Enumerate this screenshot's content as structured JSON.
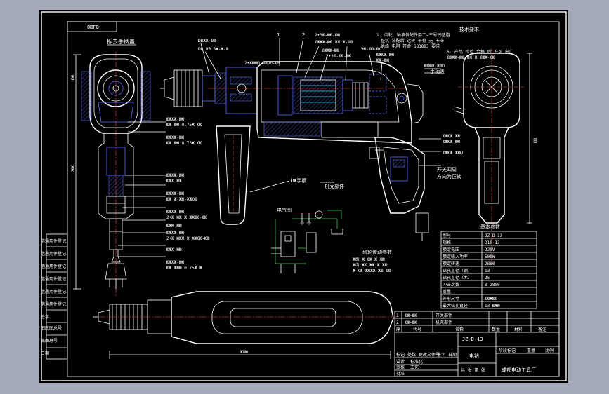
{
  "drawing": {
    "corner_code": "ОЮГВ",
    "view_titles": {
      "left_view": "拆去手柄盖",
      "right_view": "手柄盖"
    },
    "leaders_top": [
      "ЮВЖЖ-ЮЮ",
      "ЮВ Ж6 ВЖ-Ж-Ш",
      "1",
      "2",
      "2•ЭЮ-ЮЮ-ЮЮ",
      "ЮЖЖЖ-ЮЮ ЖЖ Ж-ШЮ",
      "ЮЖЖЖ-ЮЮ",
      "2•ЭЮ-ЮЮ-ЮЮ",
      "ЭЮ-ЮЮ-ЮЮ",
      "ЮЖЮЖ-ЮЮ",
      "ЮЖ-ЮЮ",
      "2•ЖЮЮЮ ШЖЮЮ-ЮВ"
    ],
    "leaders_left": [
      "ЮЖЖЖ-ЮЮ",
      "ЮЖ ЮЮ 0.75Ж ЮЮ",
      "ЮЖЖЖ-ЮЮ",
      "ЮЖ ЮЮ 0.75Ж ЮЮ",
      "ЮЖЖЖ-ЮЮ",
      "ЮЖЖ ЮЖ",
      "ЮЖЖЖ-ЮЮ",
      "ЮЖ Ж-ЖЮ-ЖЖЮЮ",
      "ЮЖЖЖ-ЮЮ",
      "2•Ж ЮЖ Ж ЖЖЮЮ-ЮЮ",
      "ЮЖЮ ЮЮ",
      "ЮЖЖЖ-ЮЮ",
      "2•Ж ЮЖЖ Ж ЖЖЮЮ-ЮЮ",
      "ЮЖЖ-ЮЮ",
      "ЮЖЖЖ-ЮЮ",
      "ЮЖ ЖЮЮ 0.75Ж Ж"
    ],
    "leaders_right": [
      "ЮЖЮЖ ЖЮЮ",
      "ЮЖЮЖ ЖЮ",
      "ЮЖЮЖ-ЮЮ",
      "ЮЖЮЖ ЖЮЮ",
      "开关四周",
      "方向为正转"
    ],
    "part_labels": {
      "handle": "ЮЖ手柄",
      "housing": "机壳部件",
      "electric": "电气图",
      "gear": "齿轮传动参数"
    },
    "gear_params": [
      "Ж齿 Ж ЮЖ Ж ЖЮ",
      "Ж齿 ЖЮ ЖЖ Ж ЖЮ",
      "Ж ЮЖ-ЖЮЖЖ-ЖЮ ЮЮ"
    ],
    "tech_req_title": "技术要求",
    "tech_req": [
      "1. 齿轮、轴承各配件用二—三号钙基脂",
      "整机 装配后 运转 平稳 无 卡滞",
      "绝缘 电阻 符合 GB3883 要求",
      "6. 产品 检验 合格 后 方可 出厂",
      "ЮЮЖЖ-ЮЮ ЮЖ Ж ЮЖЖ-ЮЮ"
    ],
    "dims": {
      "left_overall": "2ЮЮ",
      "left_top": "ЮЮ",
      "right_height": "ЮЮ",
      "bottom_length": "ЖЖЮ"
    },
    "left_column_labels": [
      "借通用件登记",
      "借通用件登记",
      "借通用件登记",
      "借通用件登记",
      "借通用件登记",
      "借通用件登记",
      "旧底图总号",
      "底图总号",
      "签字",
      "日期"
    ],
    "params_table": {
      "title": "基本参数",
      "rows": [
        [
          "型号",
          "JZ-D-13"
        ],
        [
          "规格",
          "D10-13"
        ],
        [
          "额定电压",
          "220V"
        ],
        [
          "额定输入功率",
          "500W"
        ],
        [
          "额定转速",
          "2800"
        ],
        [
          "钻孔直径（钢）",
          "13"
        ],
        [
          "钻孔直径（木）",
          "25"
        ],
        [
          "冲击次数",
          "0-2800"
        ],
        [
          "重量",
          ""
        ],
        [
          "外形尺寸",
          "ЮЮЖЮЮ"
        ],
        [
          "最大钻孔直径",
          "13 ЮЖЮ"
        ]
      ]
    },
    "bom_rows": [
      [
        "1",
        "ЮЖ-ЮЮ",
        "开关部件",
        "",
        "",
        ""
      ],
      [
        "2",
        "ЮЖ-ЮЮ",
        "机壳部件",
        "",
        "",
        ""
      ]
    ],
    "bom_header": [
      "序",
      "代号",
      "名称",
      "数量",
      "材料",
      "备注"
    ],
    "title_block": {
      "drawing_number": "JZ-D-13",
      "product_name": "电钻",
      "scale_label": "阶段标记",
      "weight_label": "重量",
      "ratio_label": "比例",
      "company": "成都电动工具厂",
      "rev_labels": [
        "标记",
        "处数",
        "更改文件号",
        "签字",
        "日期"
      ],
      "role_labels": [
        "设计",
        "标准化",
        "审核",
        "工艺",
        "批准"
      ],
      "sheet_label": "共 张 第 张"
    }
  },
  "colors": {
    "background": "#a4aab8",
    "sheet": "#000000",
    "line_white": "#ffffff",
    "line_blue": "#5a6cff",
    "line_cyan": "#2ad4ff",
    "line_green": "#3bd94f",
    "line_red": "#ff4444"
  }
}
